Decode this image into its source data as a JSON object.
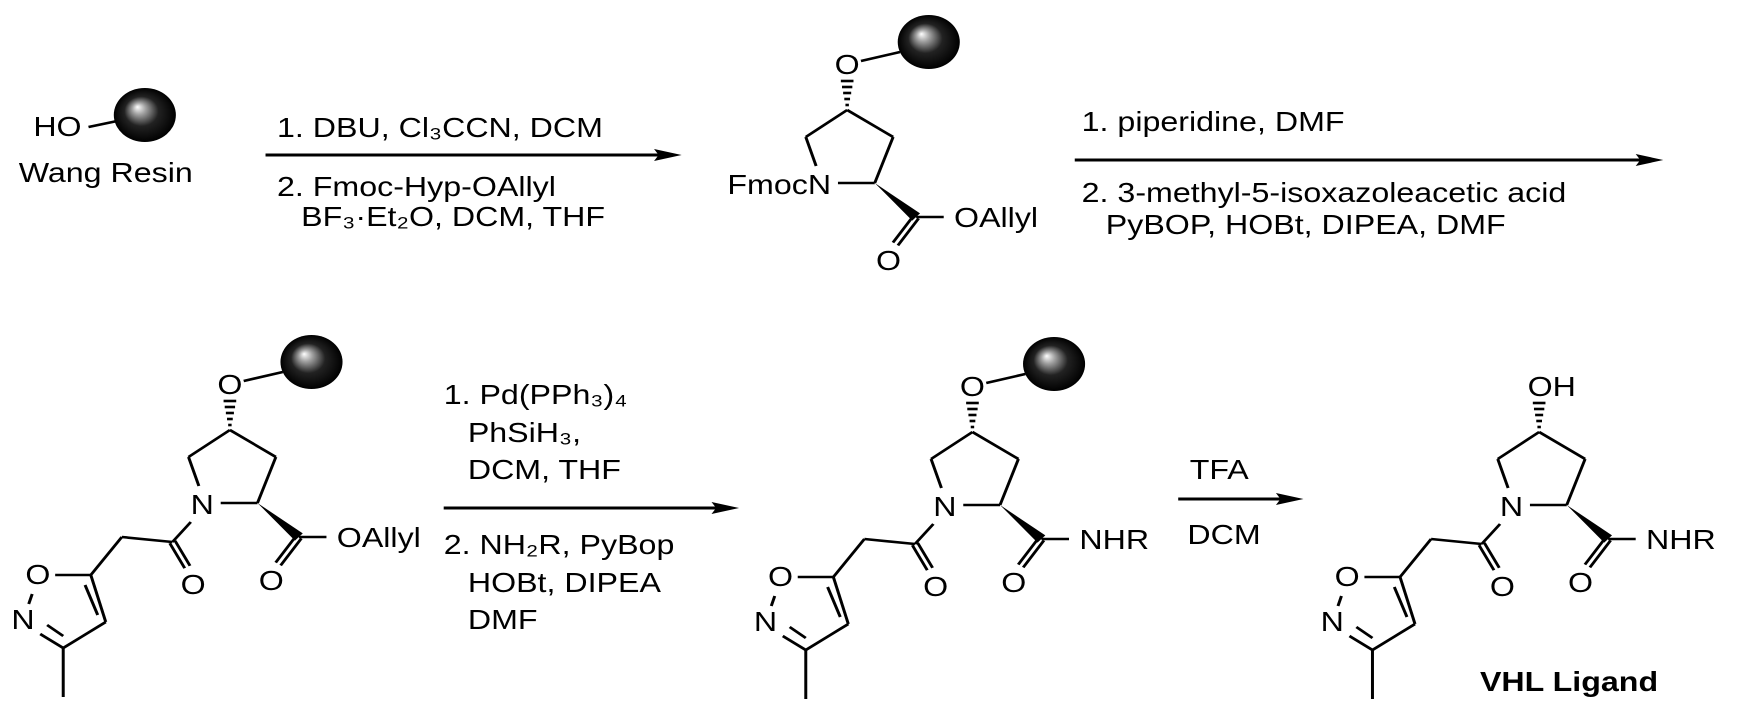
{
  "starting_material": {
    "hydroxyl_label": "HO",
    "name": "Wang Resin"
  },
  "steps": [
    {
      "above": [
        "1. DBU, Cl₃CCN, DCM"
      ],
      "below": [
        "2. Fmoc-Hyp-OAllyl",
        "BF₃·Et₂O, DCM, THF"
      ]
    },
    {
      "above": [
        "1. piperidine, DMF"
      ],
      "below": [
        "2. 3-methyl-5-isoxazoleacetic acid",
        "PyBOP, HOBt, DIPEA, DMF"
      ]
    },
    {
      "above": [
        "1. Pd(PPh₃)₄",
        "PhSiH₃,",
        "DCM, THF"
      ],
      "below": [
        "2. NH₂R, PyBop",
        "HOBt, DIPEA",
        "DMF"
      ]
    },
    {
      "above": [
        "TFA"
      ],
      "below": [
        "DCM"
      ]
    }
  ],
  "molecules": [
    {
      "n_label": "FmocN",
      "top_label": "O",
      "terminal_label": "OAllyl",
      "carbonyl_o": "O",
      "resin": true,
      "acyl": false
    },
    {
      "n_label": "N",
      "top_label": "O",
      "terminal_label": "OAllyl",
      "carbonyl_o": "O",
      "resin": true,
      "acyl": true,
      "acyl_o": "O",
      "isoxazole_o": "O",
      "isoxazole_n": "N"
    },
    {
      "n_label": "N",
      "top_label": "O",
      "terminal_label": "NHR",
      "carbonyl_o": "O",
      "resin": true,
      "acyl": true,
      "acyl_o": "O",
      "isoxazole_o": "O",
      "isoxazole_n": "N"
    },
    {
      "n_label": "N",
      "top_label": "OH",
      "terminal_label": "NHR",
      "carbonyl_o": "O",
      "resin": false,
      "acyl": true,
      "acyl_o": "O",
      "isoxazole_o": "O",
      "isoxazole_n": "N"
    }
  ],
  "product_name": "VHL Ligand",
  "colors": {
    "ink": "#000000",
    "background": "#ffffff"
  }
}
